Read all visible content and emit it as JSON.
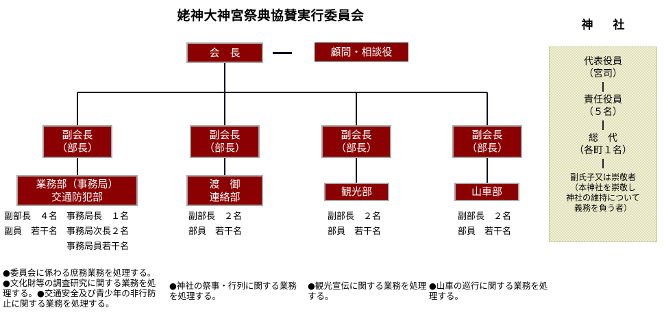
{
  "title": "姥神大神宮祭典協賛実行委員会",
  "top": {
    "chairman": {
      "label": "会　長"
    },
    "advisor": {
      "label": "顧問・相談役"
    },
    "connector_icon": "horizontal-dash-connector"
  },
  "branches": [
    {
      "vice_chair": {
        "line1": "副会長",
        "line2": "（部長）"
      },
      "department": {
        "line1": "業務部（事務局）",
        "line2": "交通防犯部"
      },
      "staff": [
        "副部長　４名　事務局長　１名",
        "副員　若干名　事務局次長２名",
        "　　　　　　　事務局員若干名"
      ],
      "duties": "●委員会に係わる庶務業務を処理する。●文化財等の調査研究に関する業務を処理する。●交通安全及び青少年の非行防止に関する業務を処理する。"
    },
    {
      "vice_chair": {
        "line1": "副会長",
        "line2": "（部長）"
      },
      "department": {
        "line1": "渡　御",
        "line2": "連絡部"
      },
      "staff": [
        "副部長　２名",
        "部員　若干名"
      ],
      "duties": "●神社の祭事・行列に関する業務を処理する。"
    },
    {
      "vice_chair": {
        "line1": "副会長",
        "line2": "（部長）"
      },
      "department": {
        "line1": "観光部",
        "line2": ""
      },
      "staff": [
        "副部長　２名",
        "部員　若干名"
      ],
      "duties": "●観光宣伝に関する業務を処理する。"
    },
    {
      "vice_chair": {
        "line1": "副会長",
        "line2": "（部長）"
      },
      "department": {
        "line1": "山車部",
        "line2": ""
      },
      "staff": [
        "副部長　２名",
        "部員　若干名"
      ],
      "duties": "●山車の巡行に関する業務を処理する。"
    }
  ],
  "shrine": {
    "header": "神　社",
    "nodes": [
      {
        "line1": "代表役員",
        "line2": "（宮司）"
      },
      {
        "line1": "責任役員",
        "line2": "（５名）"
      },
      {
        "line1": "総　代",
        "line2": "（各町１名）"
      }
    ],
    "leaf": [
      "副氏子又は崇敬者",
      "（本神社を崇敬し",
      "神社の維持について",
      "義務を負う者）"
    ]
  },
  "colors": {
    "box_fill": "#8b0000",
    "box_text": "#ffffff",
    "box_border": "#a8a8a8",
    "line": "#101020",
    "panel_bg": "#dedeb4",
    "page_bg": "#ffffff"
  }
}
